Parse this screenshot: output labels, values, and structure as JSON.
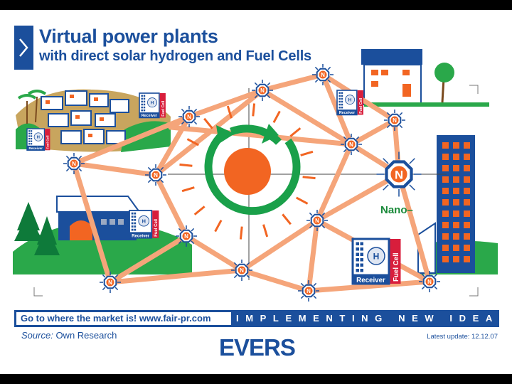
{
  "title": {
    "line1": "Virtual power plants",
    "line2": "with direct solar hydrogen and Fuel Cells"
  },
  "diagram": {
    "node_label": "N",
    "nano_label": "Nano–",
    "device": {
      "receiver_label": "Receiver",
      "fuelcell_label": "Fuel Cell",
      "h2_label": "H2"
    }
  },
  "footer": {
    "link_text": "Go to where the market is!   www.fair-pr.com",
    "slogan": "IMPLEMENTING NEW IDEAS"
  },
  "source": {
    "prefix": "Source:",
    "text": "Own Research"
  },
  "latest_update": "Latest update: 12.12.07",
  "logo": "EVERS",
  "colors": {
    "brand_blue": "#1b4f9c",
    "link_orange": "#f5a57a",
    "sun_orange": "#f26522",
    "cycle_green": "#1aa04a",
    "hill_green": "#2aa84a"
  }
}
